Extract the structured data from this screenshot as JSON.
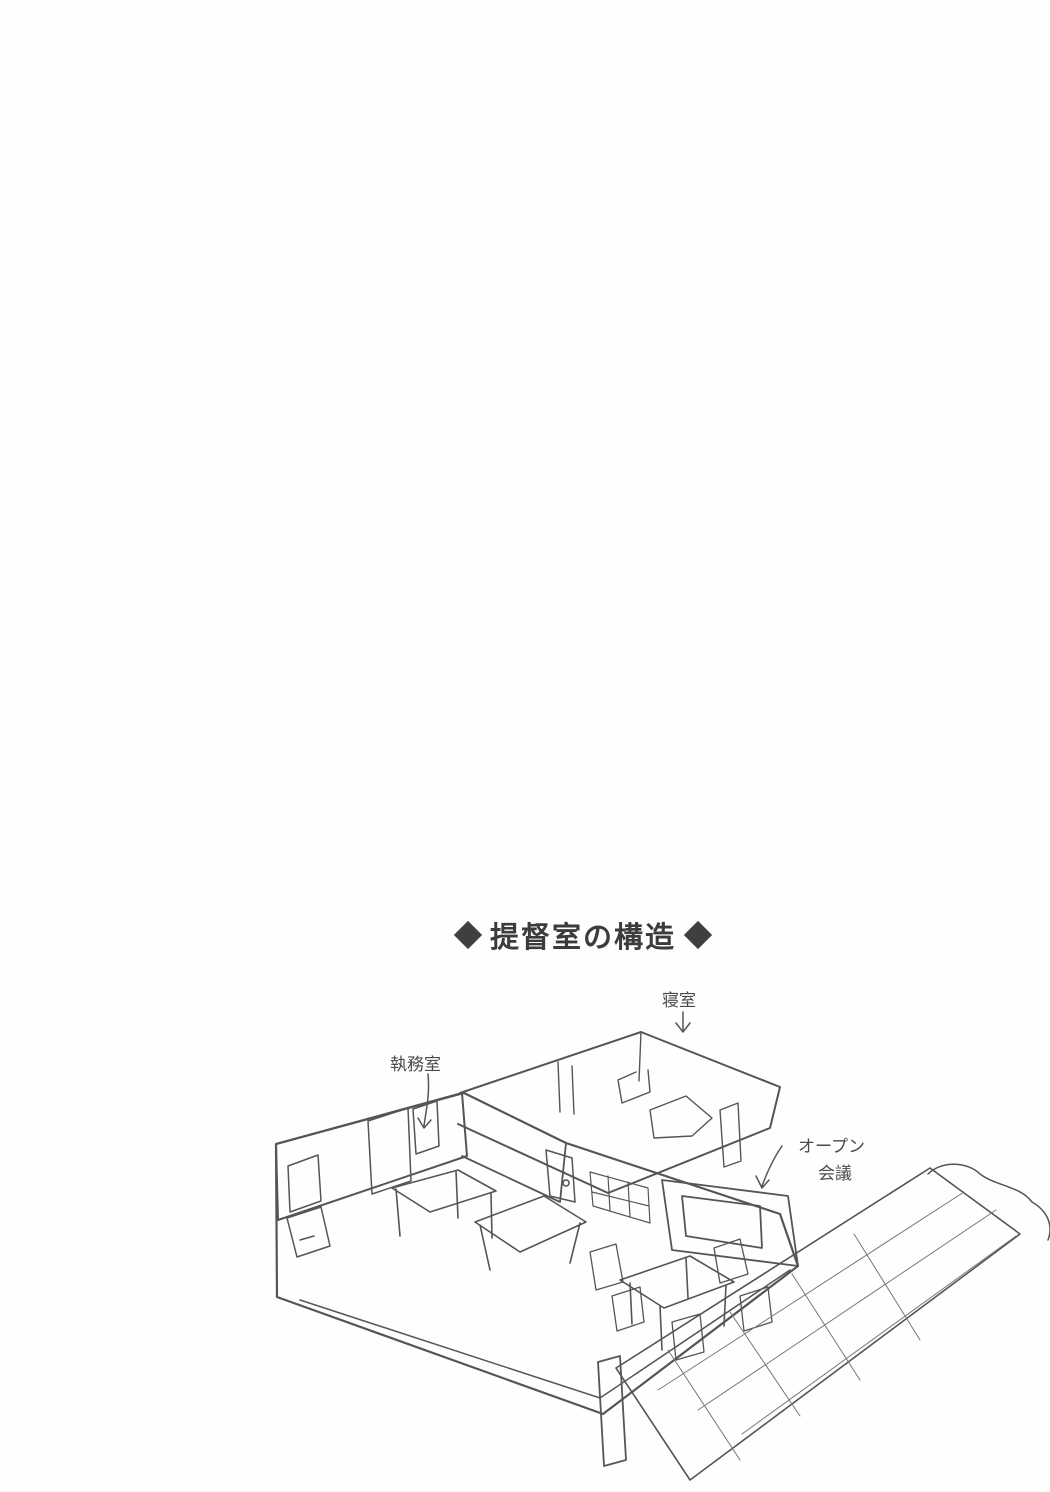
{
  "title": {
    "text": "提督室の構造"
  },
  "labels": {
    "bedroom": "寝室",
    "office": "執務室",
    "open_top": "オープン",
    "open_bottom": "会議"
  },
  "colors": {
    "sketch_line": "#555555",
    "title": "#3c3c3c"
  }
}
